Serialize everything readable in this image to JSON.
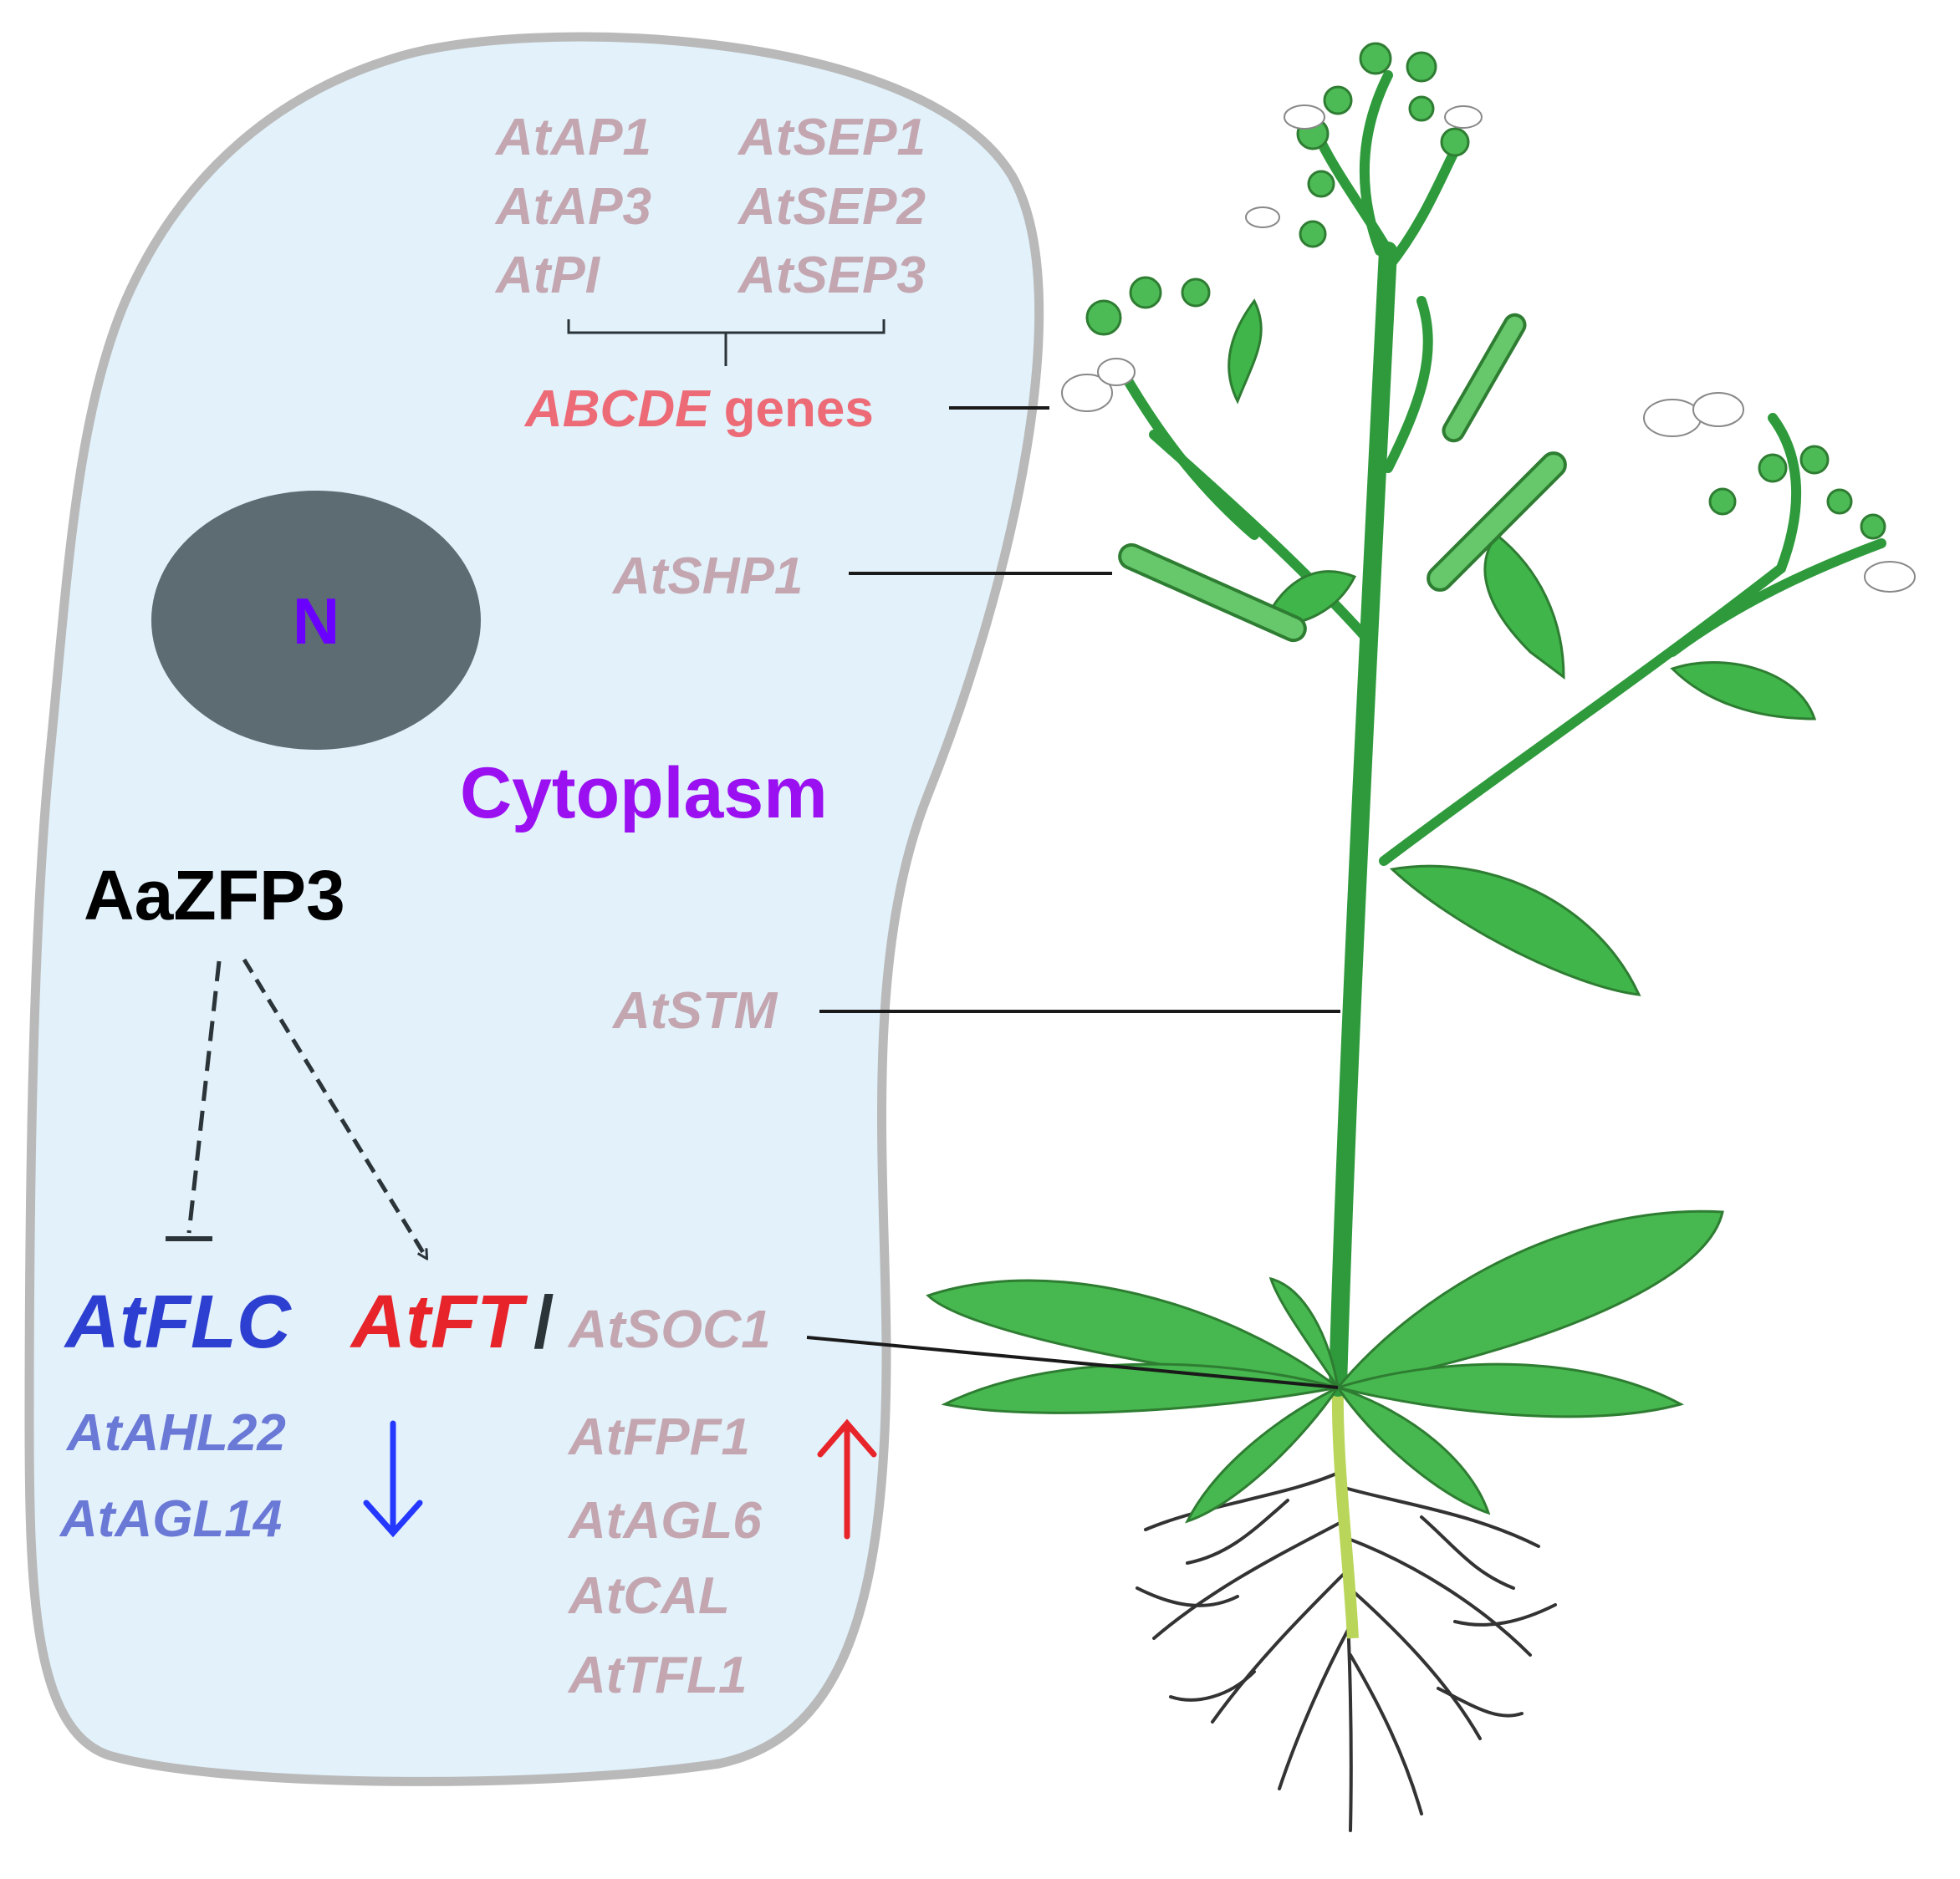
{
  "colors": {
    "cell_fill": "#e2f1fa",
    "cell_border": "#b9b9b9",
    "nucleus_fill": "#5d6b72",
    "nucleus_label": "#6a00ff",
    "cytoplasm": "#9a10f0",
    "muted_gene": "#c3a6b0",
    "abcde": "#ec6b76",
    "flc": "#2d3fd0",
    "ft": "#e8242b",
    "down_gene": "#6a78d6",
    "down_arrow": "#2438ff",
    "up_arrow": "#e8242b",
    "dark": "#2b3438",
    "plant_green": "#3fb54a",
    "plant_dark": "#2e7d32",
    "root": "#333333"
  },
  "labels": {
    "nucleus": "N",
    "cytoplasm": "Cytoplasm",
    "protein": "AaZFP3",
    "abcde_italic": "ABCDE",
    "abcde_rest": " genes",
    "shp1": "AtSHP1",
    "stm": "AtSTM",
    "flc": "AtFLC",
    "ft": "AtFT",
    "slash": "/",
    "soc1": "AtSOC1"
  },
  "gene_grid": {
    "left": [
      "AtAP1",
      "AtAP3",
      "AtPI"
    ],
    "right": [
      "AtSEP1",
      "AtSEP2",
      "AtSEP3"
    ]
  },
  "down_genes": [
    "AtAHL22",
    "AtAGL14"
  ],
  "up_genes": [
    "AtFPF1",
    "AtAGL6",
    "AtCAL",
    "AtTFL1"
  ]
}
